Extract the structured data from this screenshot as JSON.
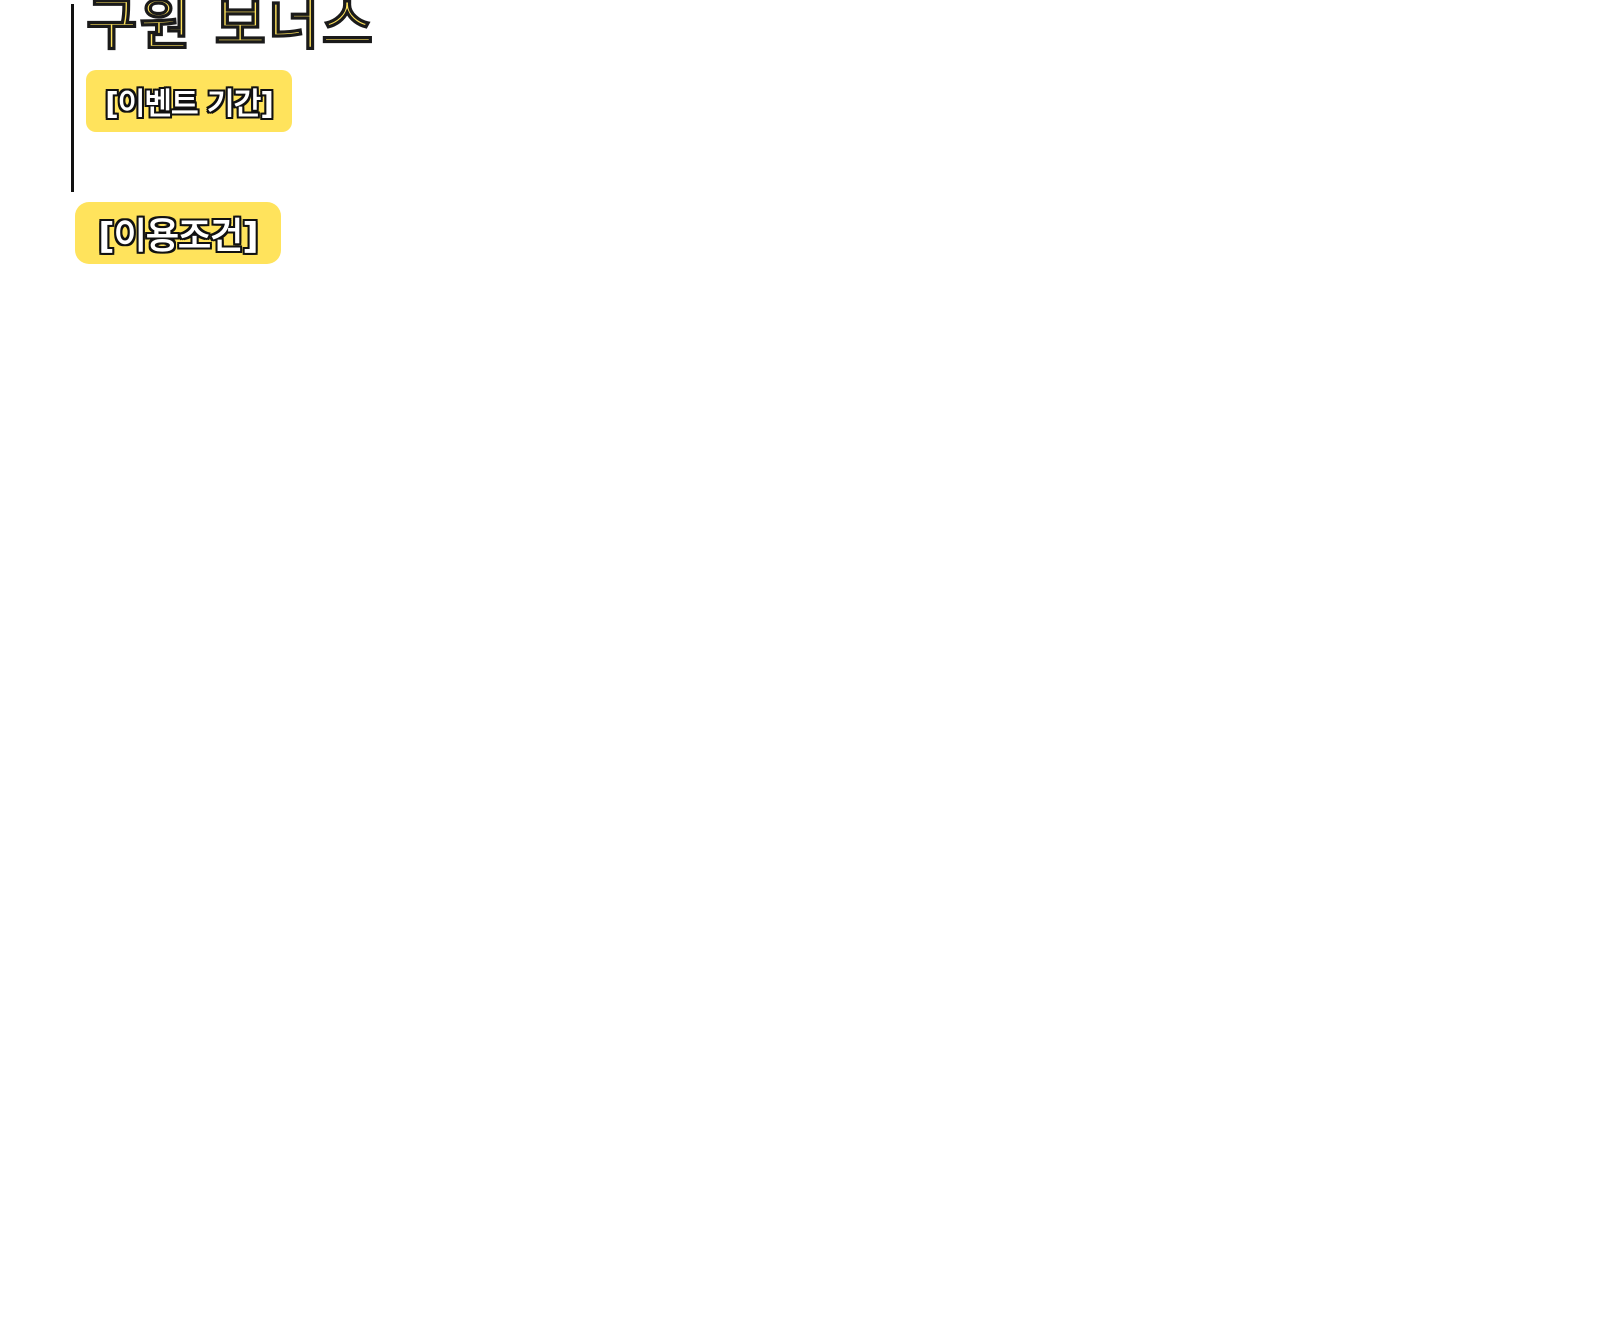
{
  "section": {
    "title": "구원 보너스",
    "accent_color": "#ffe35c",
    "event_period_label": "[이벤트 기간]",
    "terms_label": "[이용조건]"
  }
}
